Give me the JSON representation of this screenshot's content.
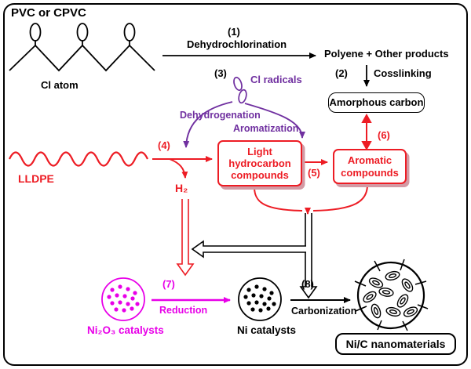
{
  "colors": {
    "red": "#ed1c24",
    "purple": "#7030a0",
    "magenta": "#e800e8",
    "black": "#000000"
  },
  "top": {
    "pvc_title": "PVC or CPVC",
    "cl_atom_label": "Cl atom",
    "step1_num": "(1)",
    "step1_label": "Dehydrochlorination",
    "polyene_label": "Polyene + Other products",
    "step2_num": "(2)",
    "step2_label": "Cosslinking",
    "amorphous_box": "Amorphous carbon",
    "step3_num": "(3)",
    "cl_radicals_label": "Cl radicals"
  },
  "middle": {
    "dehydrogenation_label": "Dehydrogenation",
    "aromatization_label": "Aromatization",
    "lldpe_label": "LLDPE",
    "step4_num": "(4)",
    "h2_label": "H₂",
    "light_box_line1": "Light",
    "light_box_line2": "hydrocarbon",
    "light_box_line3": "compounds",
    "step5_num": "(5)",
    "aromatic_box_line1": "Aromatic",
    "aromatic_box_line2": "compounds",
    "step6_num": "(6)"
  },
  "bottom": {
    "step7_num": "(7)",
    "step7_label": "Reduction",
    "ni2o3_label": "Ni₂O₃ catalysts",
    "ni_label": "Ni catalysts",
    "step8_num": "(8)",
    "step8_label": "Carbonization",
    "nic_box": "Ni/C nanomaterials"
  }
}
